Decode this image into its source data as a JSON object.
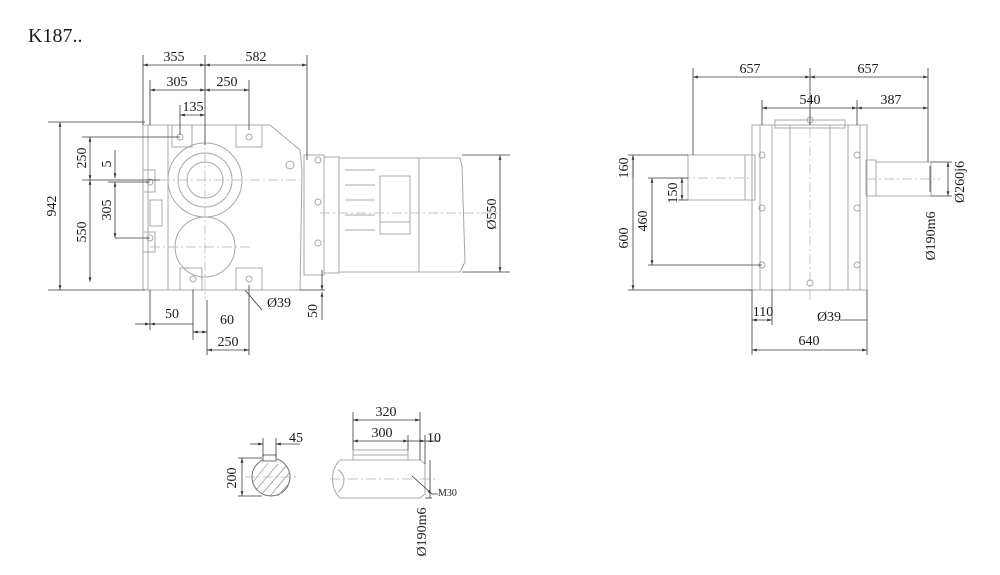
{
  "title": "K187..",
  "front_view": {
    "dims": {
      "w355": "355",
      "w582": "582",
      "w305": "305",
      "w250_top": "250",
      "w135": "135",
      "h250": "250",
      "h5": "5",
      "h942": "942",
      "h305": "305",
      "h550": "550",
      "b50": "50",
      "b60": "60",
      "b039": "Ø39",
      "b250": "250",
      "r50": "50",
      "d550": "Ø550"
    }
  },
  "side_view": {
    "dims": {
      "w657_left": "657",
      "w657_right": "657",
      "w540": "540",
      "w387": "387",
      "h160": "160",
      "h150": "150",
      "h600": "600",
      "h460": "460",
      "d260": "Ø260j6",
      "d190": "Ø190m6",
      "b110": "110",
      "b039": "Ø39",
      "b640": "640"
    }
  },
  "shaft_section": {
    "dims": {
      "w45": "45",
      "h200": "200"
    }
  },
  "shaft_detail": {
    "dims": {
      "w320": "320",
      "w300": "300",
      "w10": "10",
      "m30": "M30",
      "d190": "Ø190m6"
    }
  }
}
